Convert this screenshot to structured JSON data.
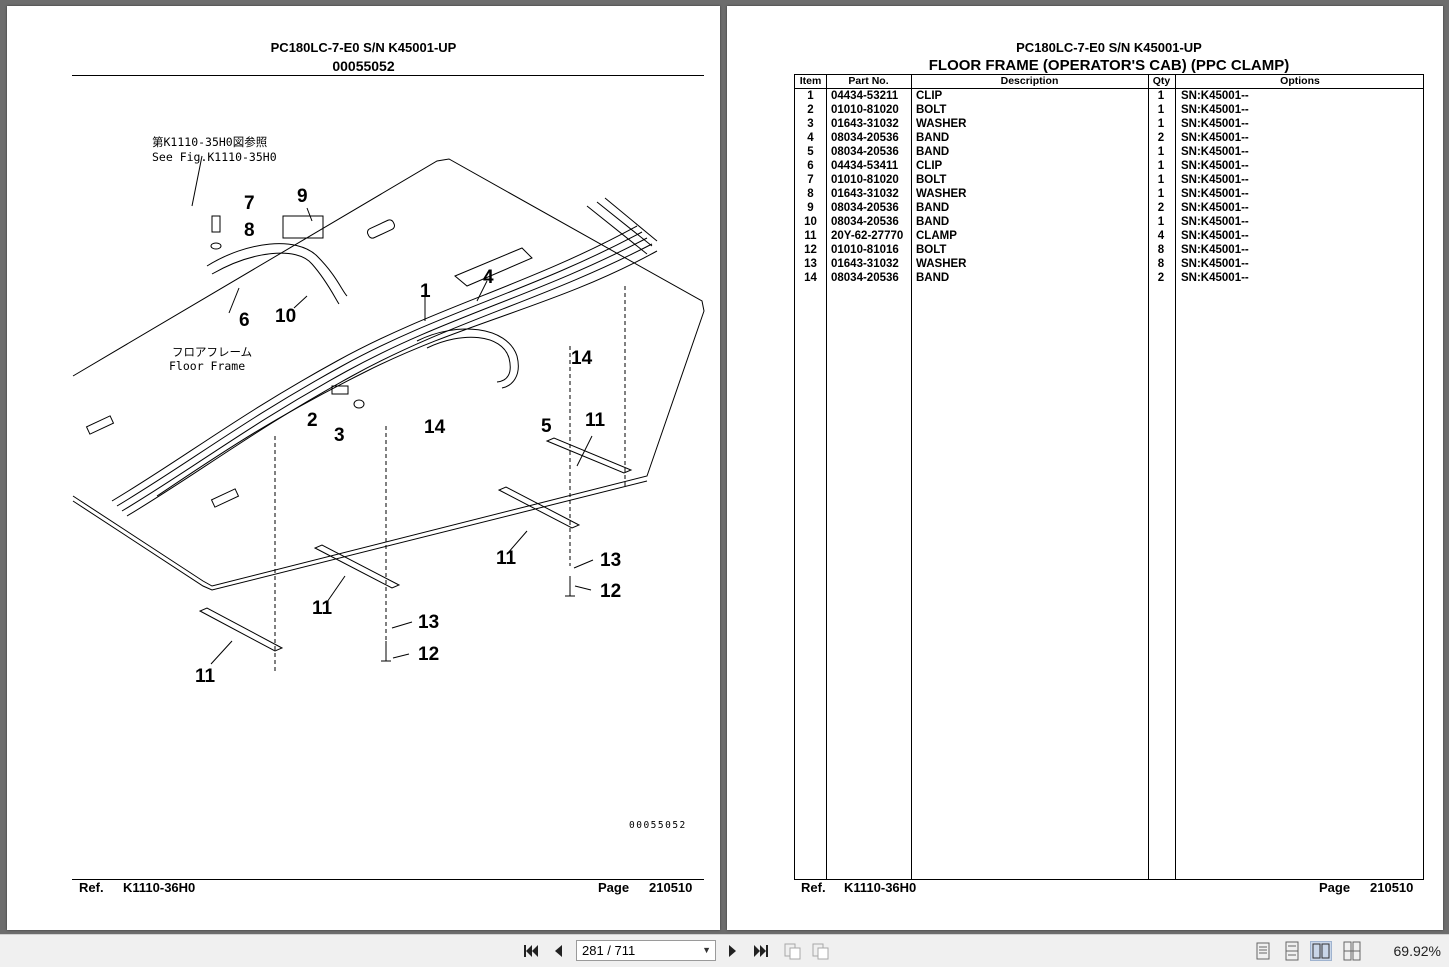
{
  "left_page": {
    "model": "PC180LC-7-E0 S/N K45001-UP",
    "figure_no": "00055052",
    "image_code": "00055052",
    "labels": {
      "see_fig_jp": "第K1110-35H0図参照",
      "see_fig_en": "See Fig.K1110-35H0",
      "floor_frame_jp": "フロアフレーム",
      "floor_frame_en": "Floor Frame"
    },
    "callouts": [
      "1",
      "2",
      "3",
      "4",
      "5",
      "6",
      "7",
      "8",
      "9",
      "10",
      "11",
      "12",
      "13",
      "14"
    ],
    "footer": {
      "ref_label": "Ref.",
      "ref_value": "K1110-36H0",
      "page_label": "Page",
      "page_value": "210510"
    }
  },
  "right_page": {
    "model": "PC180LC-7-E0 S/N K45001-UP",
    "title": "FLOOR FRAME (OPERATOR'S CAB) (PPC CLAMP)",
    "columns": [
      "Item",
      "Part No.",
      "Description",
      "Qty",
      "Options"
    ],
    "rows": [
      {
        "item": "1",
        "part": "04434-53211",
        "desc": "CLIP",
        "qty": "1",
        "opt": "SN:K45001--"
      },
      {
        "item": "2",
        "part": "01010-81020",
        "desc": "BOLT",
        "qty": "1",
        "opt": "SN:K45001--"
      },
      {
        "item": "3",
        "part": "01643-31032",
        "desc": "WASHER",
        "qty": "1",
        "opt": "SN:K45001--"
      },
      {
        "item": "4",
        "part": "08034-20536",
        "desc": "BAND",
        "qty": "2",
        "opt": "SN:K45001--"
      },
      {
        "item": "5",
        "part": "08034-20536",
        "desc": "BAND",
        "qty": "1",
        "opt": "SN:K45001--"
      },
      {
        "item": "6",
        "part": "04434-53411",
        "desc": "CLIP",
        "qty": "1",
        "opt": "SN:K45001--"
      },
      {
        "item": "7",
        "part": "01010-81020",
        "desc": "BOLT",
        "qty": "1",
        "opt": "SN:K45001--"
      },
      {
        "item": "8",
        "part": "01643-31032",
        "desc": "WASHER",
        "qty": "1",
        "opt": "SN:K45001--"
      },
      {
        "item": "9",
        "part": "08034-20536",
        "desc": "BAND",
        "qty": "2",
        "opt": "SN:K45001--"
      },
      {
        "item": "10",
        "part": "08034-20536",
        "desc": "BAND",
        "qty": "1",
        "opt": "SN:K45001--"
      },
      {
        "item": "11",
        "part": "20Y-62-27770",
        "desc": "CLAMP",
        "qty": "4",
        "opt": "SN:K45001--"
      },
      {
        "item": "12",
        "part": "01010-81016",
        "desc": "BOLT",
        "qty": "8",
        "opt": "SN:K45001--"
      },
      {
        "item": "13",
        "part": "01643-31032",
        "desc": "WASHER",
        "qty": "8",
        "opt": "SN:K45001--"
      },
      {
        "item": "14",
        "part": "08034-20536",
        "desc": "BAND",
        "qty": "2",
        "opt": "SN:K45001--"
      }
    ],
    "footer": {
      "ref_label": "Ref.",
      "ref_value": "K1110-36H0",
      "page_label": "Page",
      "page_value": "210510"
    }
  },
  "toolbar": {
    "page_indicator": "281 / 711",
    "zoom": "69.92%",
    "icons": [
      "first-page-icon",
      "prev-page-icon",
      "next-page-icon",
      "last-page-icon",
      "rotate-left-icon",
      "rotate-right-icon",
      "single-page-view-icon",
      "continuous-view-icon",
      "facing-view-icon",
      "continuous-facing-view-icon"
    ]
  },
  "colors": {
    "viewer_bg": "#6d6d6d",
    "toolbar_bg": "#f0f0f0",
    "active_view": "#c9d6e8"
  }
}
